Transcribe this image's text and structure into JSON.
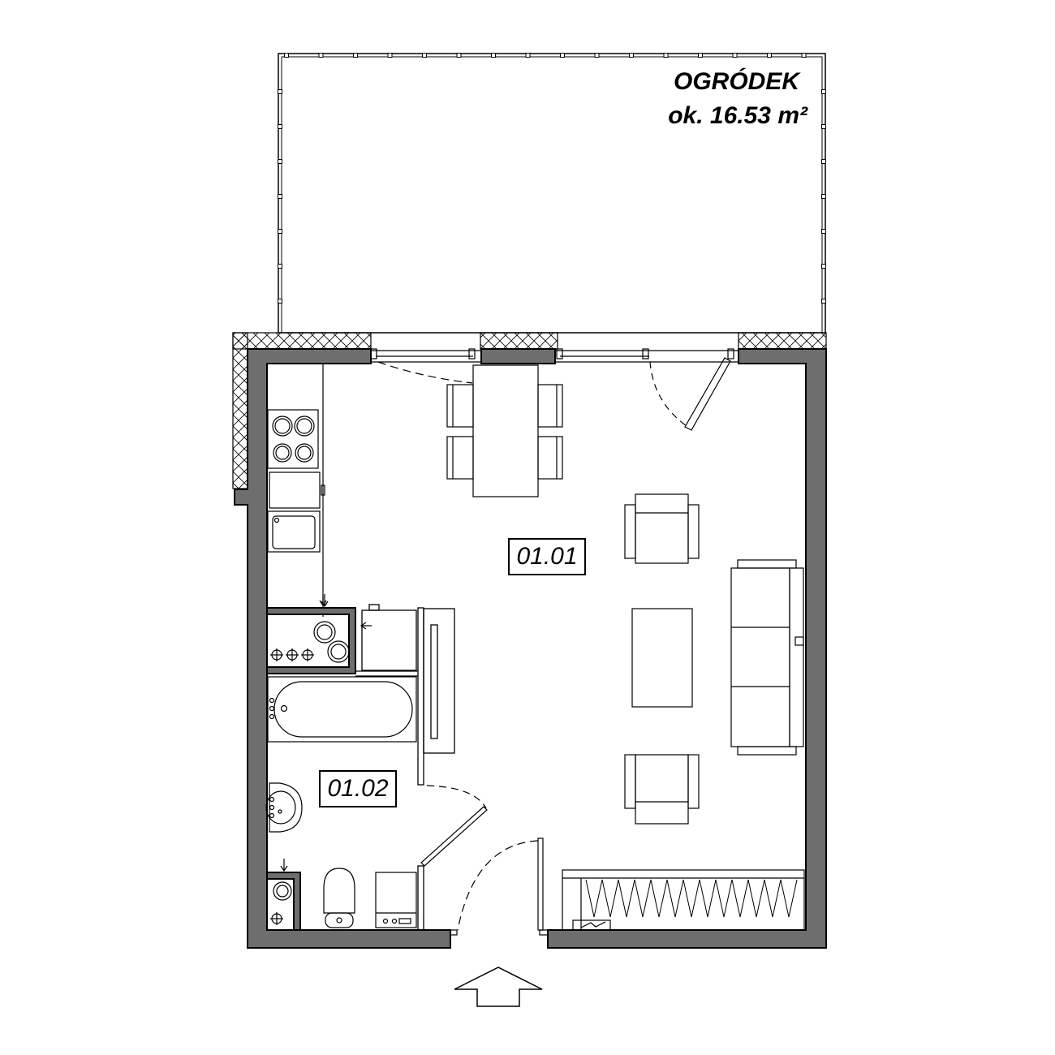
{
  "colors": {
    "wall": "#6e6e6e",
    "line": "#000000",
    "background": "#ffffff"
  },
  "garden": {
    "title": "OGRÓDEK",
    "area": "ok. 16.53 m²"
  },
  "rooms": {
    "living": {
      "number": "01.01"
    },
    "bathroom": {
      "number": "01.02"
    }
  },
  "entrance": {
    "icon": "entrance-arrow-icon"
  }
}
